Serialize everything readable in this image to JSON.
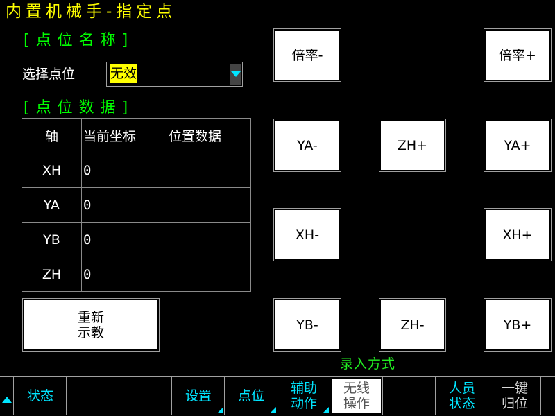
{
  "header": {
    "title": "内置机械手-指定点"
  },
  "point_name": {
    "section_label": "[点位名称]",
    "select_label": "选择点位",
    "selected_value": "无效"
  },
  "point_data": {
    "section_label": "[点位数据]",
    "columns": [
      "轴",
      "当前坐标",
      "位置数据"
    ],
    "rows": [
      {
        "axis": "XH",
        "current": "0",
        "position": ""
      },
      {
        "axis": "YA",
        "current": "0",
        "position": ""
      },
      {
        "axis": "YB",
        "current": "0",
        "position": ""
      },
      {
        "axis": "ZH",
        "current": "0",
        "position": ""
      }
    ]
  },
  "buttons": {
    "rate_minus": "倍率-",
    "rate_plus": "倍率+",
    "ya_minus": "YA-",
    "zh_plus": "ZH+",
    "ya_plus": "YA+",
    "xh_minus": "XH-",
    "xh_plus": "XH+",
    "yb_minus": "YB-",
    "zh_minus": "ZH-",
    "yb_plus": "YB+",
    "retrain_line1": "重新",
    "retrain_line2": "示教"
  },
  "input_mode_label": "录入方式",
  "bottom_bar": {
    "items": [
      {
        "label": "状态"
      },
      {
        "label": ""
      },
      {
        "label": ""
      },
      {
        "label": "设置"
      },
      {
        "label": "点位"
      },
      {
        "line1": "辅助",
        "line2": "动作"
      },
      {
        "line1": "无线",
        "line2": "操作"
      },
      {
        "label": ""
      },
      {
        "line1": "人员",
        "line2": "状态"
      },
      {
        "line1": "一键",
        "line2": "归位"
      }
    ]
  },
  "colors": {
    "title": "#ffff00",
    "section": "#00ff00",
    "accent": "#00e5ff",
    "highlight": "#ffff00"
  }
}
